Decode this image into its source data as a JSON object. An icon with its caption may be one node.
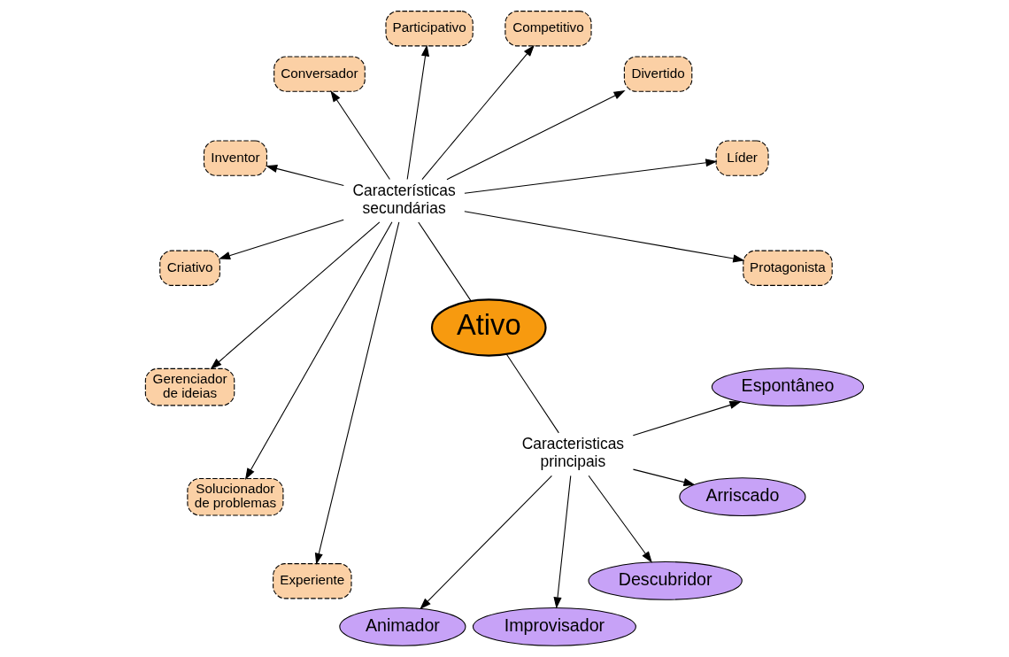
{
  "diagram": {
    "nodes": [
      {
        "text": [
          "Ativo"
        ]
      },
      {
        "text": [
          "Características secundárias"
        ]
      },
      {
        "text": [
          "Caracteristicas principais"
        ]
      },
      {
        "text": [
          "Protagonista"
        ]
      },
      {
        "text": [
          "Líder"
        ]
      },
      {
        "text": [
          "Divertido"
        ]
      },
      {
        "text": [
          "Competitivo"
        ]
      },
      {
        "text": [
          "Participativo"
        ]
      },
      {
        "text": [
          "Conversador"
        ]
      },
      {
        "text": [
          "Inventor"
        ]
      },
      {
        "text": [
          "Criativo"
        ]
      },
      {
        "text": [
          "Gerenciador de ideias"
        ]
      },
      {
        "text": [
          "Solucionador de problemas"
        ]
      },
      {
        "text": [
          "Experiente"
        ]
      },
      {
        "text": [
          "Animador"
        ]
      },
      {
        "text": [
          "Improvisador"
        ]
      },
      {
        "text": [
          "Descubridor"
        ]
      },
      {
        "text": [
          "Arriscado"
        ]
      },
      {
        "text": [
          "Espontâneo"
        ]
      }
    ],
    "edges": [
      {
        "from": 0,
        "to": 1,
        "arrow": "none"
      },
      {
        "from": 0,
        "to": 2,
        "arrow": "none"
      },
      {
        "from": 1,
        "to": 3,
        "arrow": "to"
      },
      {
        "from": 1,
        "to": 4,
        "arrow": "to"
      },
      {
        "from": 1,
        "to": 5,
        "arrow": "to"
      },
      {
        "from": 1,
        "to": 6,
        "arrow": "to"
      },
      {
        "from": 1,
        "to": 7,
        "arrow": "to"
      },
      {
        "from": 1,
        "to": 8,
        "arrow": "to"
      },
      {
        "from": 1,
        "to": 9,
        "arrow": "to"
      },
      {
        "from": 1,
        "to": 10,
        "arrow": "to"
      },
      {
        "from": 1,
        "to": 11,
        "arrow": "to"
      },
      {
        "from": 1,
        "to": 12,
        "arrow": "to"
      },
      {
        "from": 1,
        "to": 13,
        "arrow": "to"
      },
      {
        "from": 2,
        "to": 14,
        "arrow": "to"
      },
      {
        "from": 2,
        "to": 15,
        "arrow": "to"
      },
      {
        "from": 2,
        "to": 16,
        "arrow": "to"
      },
      {
        "from": 2,
        "to": 17,
        "arrow": "to"
      },
      {
        "from": 2,
        "to": 18,
        "arrow": "to"
      }
    ]
  }
}
